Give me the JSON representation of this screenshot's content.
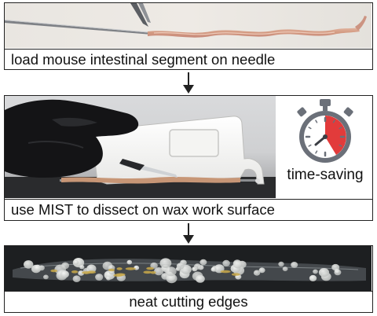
{
  "steps": [
    {
      "caption": "load mouse intestinal segment on needle"
    },
    {
      "caption": "use MIST to dissect on wax work surface"
    },
    {
      "caption": "neat cutting edges"
    }
  ],
  "badge": {
    "label": "time-saving",
    "icon": "stopwatch-icon"
  },
  "colors": {
    "timer_red": "#e23b3b",
    "timer_gray": "#6b7079",
    "panel_border": "#222222",
    "text": "#111111"
  }
}
